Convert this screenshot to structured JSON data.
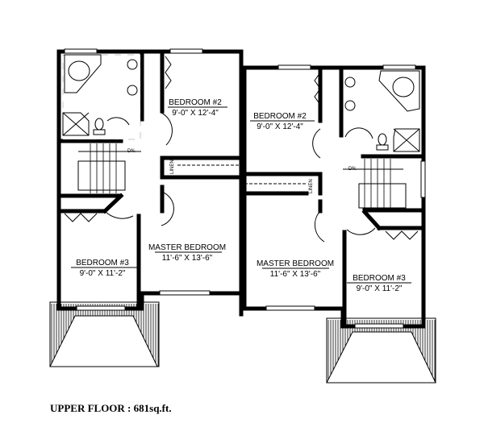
{
  "left_unit": {
    "bedroom2": {
      "name": "BEDROOM #2",
      "size": "9'-0\" X 12'-4\""
    },
    "master": {
      "name": "MASTER BEDROOM",
      "size": "11'-6\" X 13'-6\""
    },
    "bedroom3": {
      "name": "BEDROOM #3",
      "size": "9'-0\" X 11'-2\""
    },
    "stairs_label": "DN.",
    "linen_label": "LINEN"
  },
  "right_unit": {
    "bedroom2": {
      "name": "BEDROOM #2",
      "size": "9'-0\" X 12'-4\""
    },
    "master": {
      "name": "MASTER BEDROOM",
      "size": "11'-6\" X 13'-6\""
    },
    "bedroom3": {
      "name": "BEDROOM #3",
      "size": "9'-0\" X 11'-2\""
    },
    "stairs_label": "DN.",
    "linen_label": "LINEN"
  },
  "caption": "UPPER FLOOR : 681sq.ft."
}
